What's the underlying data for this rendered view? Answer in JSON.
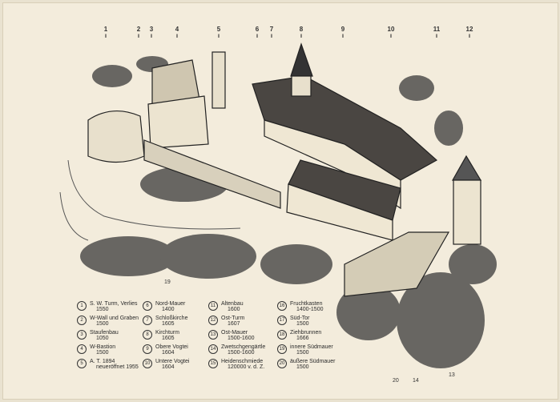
{
  "top_markers": [
    "1",
    "2",
    "3",
    "4",
    "5",
    "6",
    "7",
    "8",
    "9",
    "10",
    "11",
    "12"
  ],
  "legend": [
    {
      "num": "1",
      "name": "S. W. Turm, Verlies",
      "year": "1550"
    },
    {
      "num": "2",
      "name": "W-Wall und Graben",
      "year": "1500"
    },
    {
      "num": "3",
      "name": "Staufenbau",
      "year": "1050"
    },
    {
      "num": "4",
      "name": "W-Bastion",
      "year": "1500"
    },
    {
      "num": "5",
      "name": "A. T. 1894",
      "year": "neueröffnet 1955"
    },
    {
      "num": "6",
      "name": "Nord-Mauer",
      "year": "1400"
    },
    {
      "num": "7",
      "name": "Schloßkirche",
      "year": "1605"
    },
    {
      "num": "8",
      "name": "Kirchturm",
      "year": "1605"
    },
    {
      "num": "9",
      "name": "Obere Vogtei",
      "year": "1604"
    },
    {
      "num": "10",
      "name": "Untere Vogtei",
      "year": "1604"
    },
    {
      "num": "11",
      "name": "Altenbau",
      "year": "1600"
    },
    {
      "num": "12",
      "name": "Ost-Turm",
      "year": "1607"
    },
    {
      "num": "13",
      "name": "Ost-Mauer",
      "year": "1500-1600"
    },
    {
      "num": "14",
      "name": "Zwetschgengärtle",
      "year": "1500-1600"
    },
    {
      "num": "15",
      "name": "Heidenschmiede",
      "year": "120000 v. d. Z."
    },
    {
      "num": "16",
      "name": "Fruchtkasten",
      "year": "1400-1500"
    },
    {
      "num": "17",
      "name": "Süd-Tor",
      "year": "1500"
    },
    {
      "num": "18",
      "name": "Ziehbrunnen",
      "year": "1666"
    },
    {
      "num": "19",
      "name": "innere Südmauer",
      "year": "1500"
    },
    {
      "num": "20",
      "name": "äußere Südmauer",
      "year": "1500"
    }
  ],
  "drawing_labels": [
    "19",
    "20",
    "14",
    "13"
  ]
}
